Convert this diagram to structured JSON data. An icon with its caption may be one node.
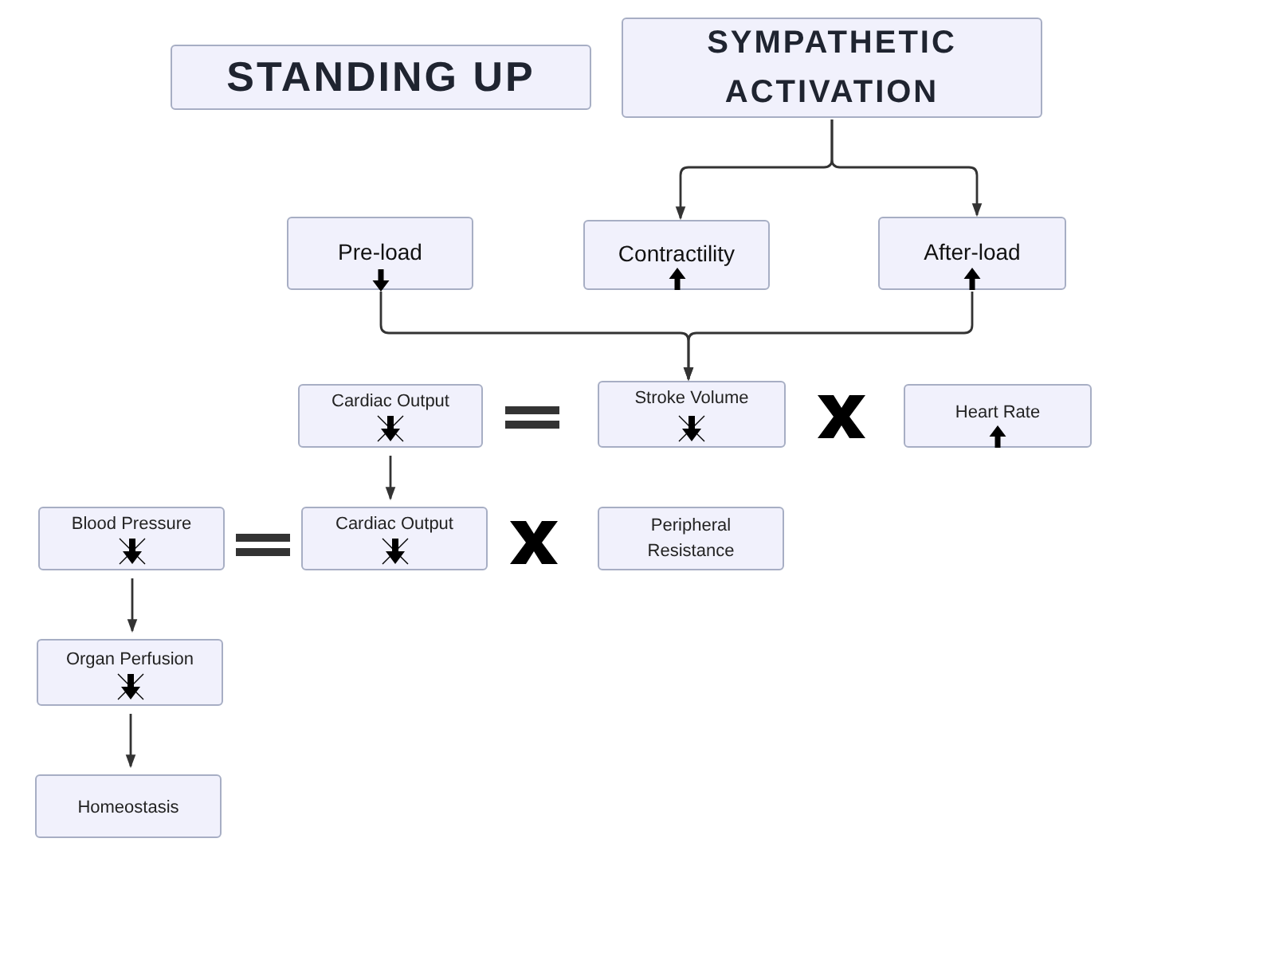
{
  "diagram": {
    "nodes": [
      {
        "text": [
          "STANDING UP"
        ]
      },
      {
        "text": [
          "SYMPATHETIC ACTIVATION"
        ]
      },
      {
        "text": [
          "Pre-load"
        ]
      },
      {
        "text": [
          "Contractility"
        ]
      },
      {
        "text": [
          "After-load"
        ]
      },
      {
        "text": [
          "Cardiac Output"
        ]
      },
      {
        "text": [
          "Stroke Volume"
        ]
      },
      {
        "text": [
          "Heart Rate"
        ]
      },
      {
        "text": [
          "Blood Pressure"
        ]
      },
      {
        "text": [
          "Cardiac Output"
        ]
      },
      {
        "text": [
          "Peripheral Resistance"
        ]
      },
      {
        "text": [
          "Organ Perfusion"
        ]
      },
      {
        "text": [
          "Homeostasis"
        ]
      }
    ],
    "edges": [
      {
        "from": 1,
        "to": 3,
        "arrow": "to"
      },
      {
        "from": 1,
        "to": 4,
        "arrow": "to"
      },
      {
        "from": 2,
        "to": 6,
        "arrow": "to"
      },
      {
        "from": 4,
        "to": 6,
        "arrow": "to"
      },
      {
        "from": 5,
        "to": 9,
        "arrow": "to"
      },
      {
        "from": 8,
        "to": 11,
        "arrow": "to"
      },
      {
        "from": 11,
        "to": 12,
        "arrow": "to"
      }
    ]
  }
}
